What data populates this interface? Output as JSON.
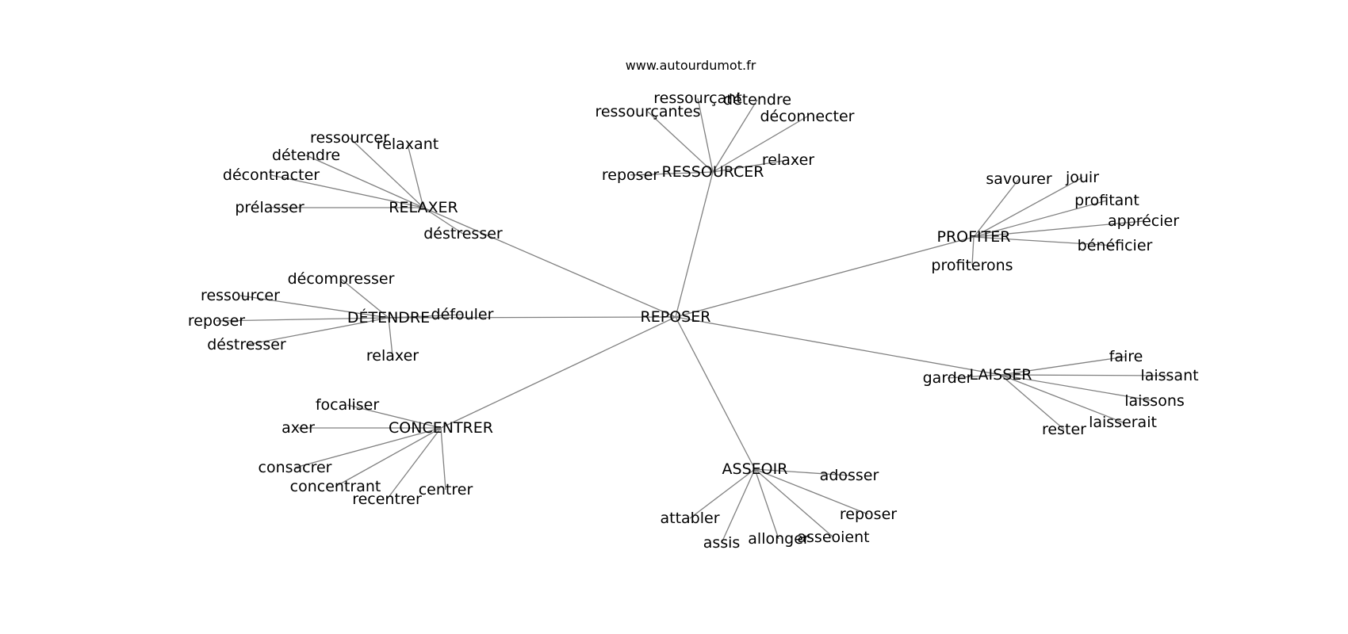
{
  "credit": "www.autourdumot.fr",
  "center": "REPOSER",
  "clusters": [
    {
      "hub": "RESSOURCER",
      "words": [
        "ressourçant",
        "détendre",
        "ressourçantes",
        "déconnecter",
        "relaxer",
        "reposer"
      ]
    },
    {
      "hub": "RELAXER",
      "words": [
        "ressourcer",
        "relaxant",
        "détendre",
        "décontracter",
        "prélasser",
        "déstresser"
      ]
    },
    {
      "hub": "PROFITER",
      "words": [
        "savourer",
        "jouir",
        "profitant",
        "apprécier",
        "bénéficier",
        "profiterons"
      ]
    },
    {
      "hub": "DÉTENDRE",
      "words": [
        "décompresser",
        "ressourcer",
        "reposer",
        "déstresser",
        "relaxer",
        "défouler"
      ]
    },
    {
      "hub": "LAISSER",
      "words": [
        "faire",
        "laissant",
        "laissons",
        "laisserait",
        "rester",
        "garder"
      ]
    },
    {
      "hub": "CONCENTRER",
      "words": [
        "focaliser",
        "axer",
        "consacrer",
        "concentrant",
        "recentrer",
        "centrer"
      ]
    },
    {
      "hub": "ASSEOIR",
      "words": [
        "adosser",
        "reposer",
        "asseoient",
        "allonger",
        "assis",
        "attabler"
      ]
    }
  ]
}
